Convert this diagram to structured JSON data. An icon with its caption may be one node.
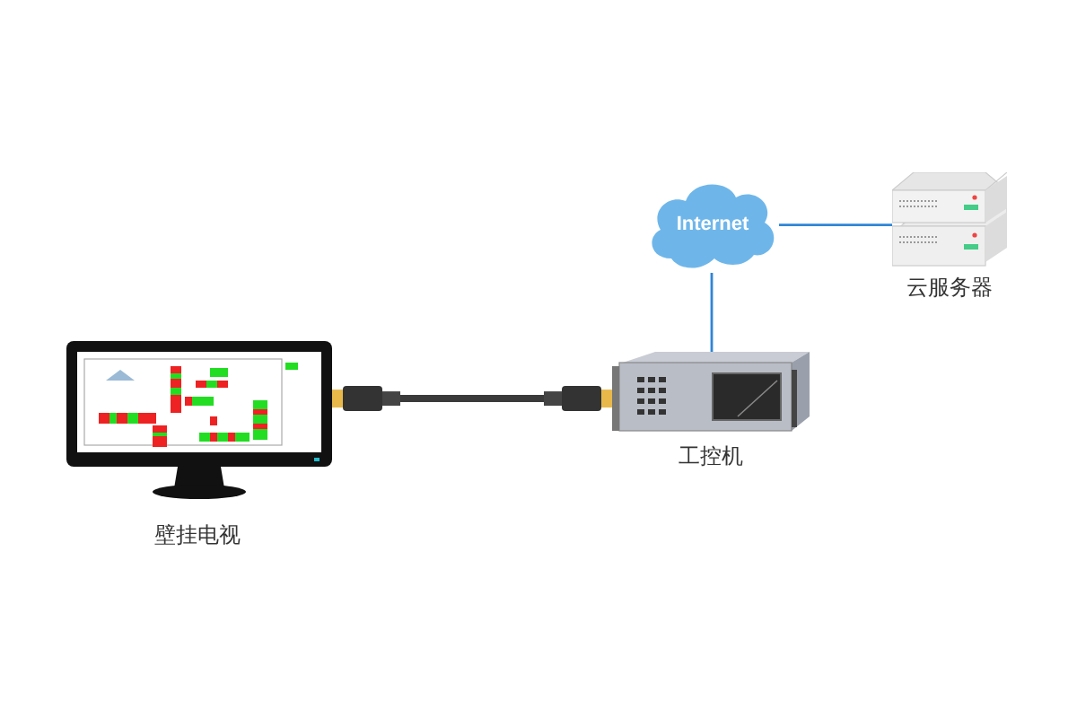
{
  "diagram": {
    "nodes": [
      {
        "text": [],
        "shape": "picture",
        "beside": [
          "壁挂电视"
        ]
      },
      {
        "text": [
          "Internet"
        ]
      },
      {
        "text": [],
        "shape": "picture",
        "beside": [
          "云服务器"
        ]
      },
      {
        "text": [],
        "shape": "picture",
        "beside": [
          "工控机"
        ]
      }
    ],
    "edges": [
      {
        "from": 0,
        "to": 3,
        "arrow": "none",
        "style": "thick",
        "color": "#3a3a3a"
      },
      {
        "from": 1,
        "to": 3,
        "arrow": "none"
      },
      {
        "from": 1,
        "to": 2,
        "arrow": "none"
      }
    ]
  }
}
